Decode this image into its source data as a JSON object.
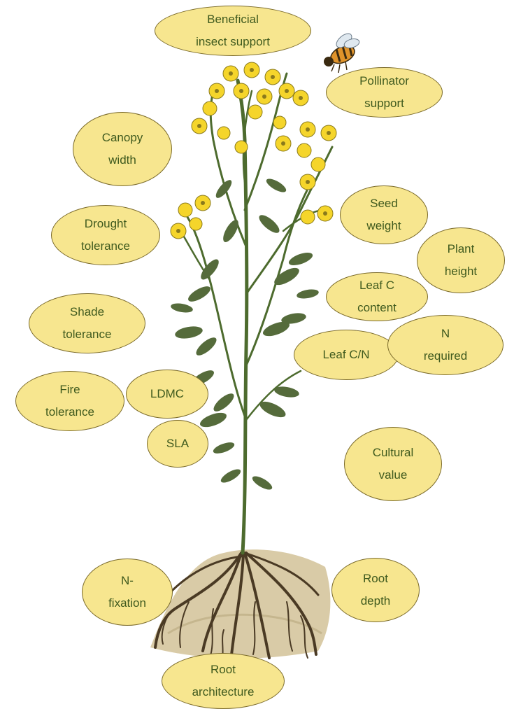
{
  "diagram": {
    "subject": "Plant with yellow flowers, roots and a bee",
    "colors": {
      "bubble_fill": "#f7e68f",
      "bubble_stroke": "#7a6a2a",
      "label_text": "#3f5a1e",
      "stem": "#4d6b2e",
      "leaf": "#556b3b",
      "flower": "#f5d52b",
      "soil": "#d9cba7",
      "root": "#4a3a24"
    },
    "traits": [
      {
        "id": "beneficial-insect-support",
        "label": "Beneficial\ninsect support"
      },
      {
        "id": "pollinator-support",
        "label": "Pollinator\nsupport"
      },
      {
        "id": "canopy-width",
        "label": "Canopy\nwidth"
      },
      {
        "id": "seed-weight",
        "label": "Seed\nweight"
      },
      {
        "id": "drought-tolerance",
        "label": "Drought\ntolerance"
      },
      {
        "id": "plant-height",
        "label": "Plant\nheight"
      },
      {
        "id": "leaf-c-content",
        "label": "Leaf C\ncontent"
      },
      {
        "id": "shade-tolerance",
        "label": "Shade\ntolerance"
      },
      {
        "id": "n-required",
        "label": "N\nrequired"
      },
      {
        "id": "leaf-cn",
        "label": "Leaf C/N"
      },
      {
        "id": "fire-tolerance",
        "label": "Fire\ntolerance"
      },
      {
        "id": "ldmc",
        "label": "LDMC"
      },
      {
        "id": "sla",
        "label": "SLA"
      },
      {
        "id": "cultural-value",
        "label": "Cultural\nvalue"
      },
      {
        "id": "n-fixation",
        "label": "N-\nfixation"
      },
      {
        "id": "root-depth",
        "label": "Root\ndepth"
      },
      {
        "id": "root-architecture",
        "label": "Root\narchitecture"
      }
    ]
  }
}
